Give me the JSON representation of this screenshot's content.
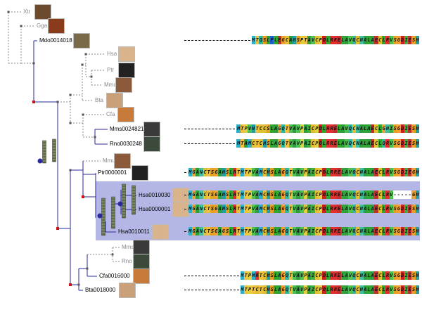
{
  "leaves": [
    {
      "label": "Xtr",
      "species": "frog",
      "thumb_color": "#6b4a2d"
    },
    {
      "label": "Gga",
      "species": "chicken",
      "thumb_color": "#8a3b1c"
    },
    {
      "label": "Mdo0014018",
      "species": "opossum",
      "thumb_color": "#7a6a4a"
    },
    {
      "label": "Hsa",
      "species": "human",
      "thumb_color": "#d9b38c"
    },
    {
      "label": "Ptr",
      "species": "chimpanzee",
      "thumb_color": "#222222"
    },
    {
      "label": "Mmu",
      "species": "macaque",
      "thumb_color": "#8a5a3a"
    },
    {
      "label": "Bta",
      "species": "cow",
      "thumb_color": "#c9a07a"
    },
    {
      "label": "Cfa",
      "species": "dog",
      "thumb_color": "#c87a3a"
    },
    {
      "label": "Mms0024821",
      "species": "mouse",
      "thumb_color": "#3a3a3a"
    },
    {
      "label": "Rno0030248",
      "species": "rat",
      "thumb_color": "#3c4a3c"
    },
    {
      "label": "Mmu",
      "species": "macaque",
      "thumb_color": "#8a5a3a"
    },
    {
      "label": "Ptr0000001",
      "species": "chimpanzee",
      "thumb_color": "#222222"
    },
    {
      "label": "Hsa0010030",
      "species": "human",
      "thumb_color": "#d9b38c"
    },
    {
      "label": "Hsa0000001",
      "species": "human",
      "thumb_color": "#d9b38c"
    },
    {
      "label": "Hsa0010011",
      "species": "human",
      "thumb_color": "#d9b38c"
    },
    {
      "label": "Mms",
      "species": "mouse",
      "thumb_color": "#3a3a3a"
    },
    {
      "label": "Rno",
      "species": "rat",
      "thumb_color": "#3c4a3c"
    },
    {
      "label": "Cfa0016000",
      "species": "dog",
      "thumb_color": "#c87a3a"
    },
    {
      "label": "Bta0018000",
      "species": "cow",
      "thumb_color": "#c9a07a"
    }
  ],
  "alignment_rows": [
    {
      "leaf": "Mdo0014018",
      "seq": "MTQSLFLEGCAHSPTAVCPDLRRELAVQCNALAECLRVSGDIESH"
    },
    {
      "leaf": "Mms0024821",
      "seq": "MTPVHTCCSLAGQTVAVPAICPDLRRELAVQCNALAECLGNISGDIESH"
    },
    {
      "leaf": "Rno0030248",
      "seq": "MTAMCTCHSLAGQTVAVPAICPDLRRELAVQCNALAECLQRVSGDIESH"
    },
    {
      "leaf": "Ptr0000001",
      "seq": "MGANCTSGAHSLRTMTPVAMCHSLAGQTVAVPAICPDLRRELAVQCNALAECLRVSGDIEGH"
    },
    {
      "leaf": "Hsa0010030",
      "seq": "MGANCTSGAHSLRTMTPVAMCHSLAGQTVAVPAICPDLRRELAVQCNALAECLRV-----GH"
    },
    {
      "leaf": "Hsa0000001",
      "seq": "MGANCTSGAHSLRTMTPVAMCHSLAGQTVAVPAICPDLRRELAVQCNALAECLRVSGDIESH"
    },
    {
      "leaf": "Hsa0010011",
      "seq": "MGANCTSGAGSLRTMTPVAMCHSLAGQTVAVPAICPDLRRELAVQCNALAECLRVSGDIESH"
    },
    {
      "leaf": "Cfa0016000",
      "seq": "MTPMRTCHSLAGQTVAVPAICPDLRRELAVQCNALAECLRVSGDIESH"
    },
    {
      "leaf": "Bta0018000",
      "seq": "MTPTCTCHSLAGQTVAVPAICPDLRRELAVQCNALAECLRVSGDIESH"
    }
  ],
  "aa_colors": {
    "A": "#2f9e3f",
    "C": "#e0c030",
    "D": "#d02020",
    "E": "#c03030",
    "F": "#2060d0",
    "G": "#f0a030",
    "H": "#20a0a0",
    "I": "#40b040",
    "K": "#d04040",
    "L": "#30a830",
    "M": "#30b0c8",
    "N": "#40c0a0",
    "P": "#e0d040",
    "Q": "#30b8a0",
    "R": "#e03030",
    "S": "#e8a020",
    "T": "#f0c040",
    "V": "#50c050",
    "W": "#3070d0",
    "Y": "#2080c0",
    "-": "#ffffff"
  },
  "colors": {
    "branch_gray": "#8a8a8a",
    "branch_blue": "#2a2a9a",
    "duplication_node": "#cc1111",
    "speciation_node": "#555555",
    "highlight": "#b4b7e6"
  }
}
